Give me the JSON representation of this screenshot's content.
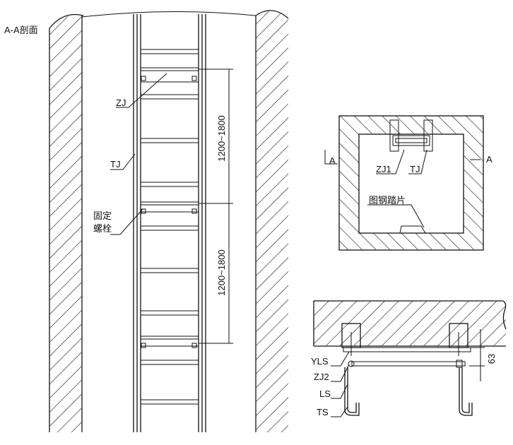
{
  "section_title": "A-A剖面",
  "left_view": {
    "label_zj": "ZJ",
    "label_tj": "TJ",
    "label_bolt_line1": "固定",
    "label_bolt_line2": "螺栓",
    "dim_upper": "1200~1800",
    "dim_lower": "1200~1800"
  },
  "plan_view": {
    "marker_left": "A",
    "marker_right": "A",
    "label_zj1": "ZJ1",
    "label_tj": "TJ",
    "label_step": "图钢踏片"
  },
  "detail_view": {
    "label_yls": "YLS",
    "label_zj2": "ZJ2",
    "label_ls": "LS",
    "label_ts": "TS",
    "dim_63": "63"
  },
  "colors": {
    "line": "#111111",
    "background": "#ffffff"
  }
}
